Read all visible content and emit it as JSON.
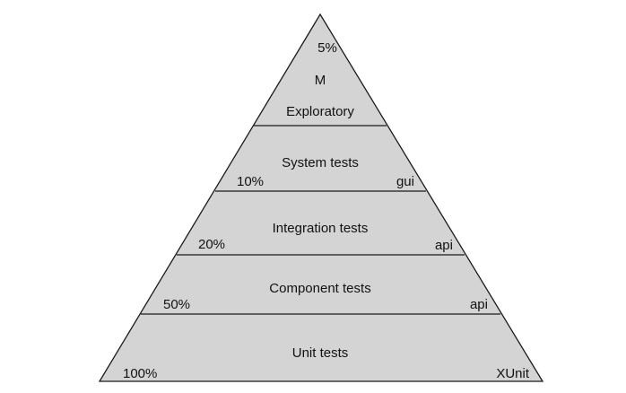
{
  "diagram": {
    "colors": {
      "fill": "#d4d4d4",
      "stroke": "#1a1a1a",
      "text": "#111111",
      "background": "#ffffff"
    },
    "layers": [
      {
        "name": "Exploratory",
        "lines": [
          "5%",
          "M",
          "Exploratory"
        ],
        "percent": "5%",
        "tool": "M"
      },
      {
        "name": "System tests",
        "percent": "10%",
        "tool": "gui"
      },
      {
        "name": "Integration tests",
        "percent": "20%",
        "tool": "api"
      },
      {
        "name": "Component tests",
        "percent": "50%",
        "tool": "api"
      },
      {
        "name": "Unit tests",
        "percent": "100%",
        "tool": "XUnit"
      }
    ]
  }
}
